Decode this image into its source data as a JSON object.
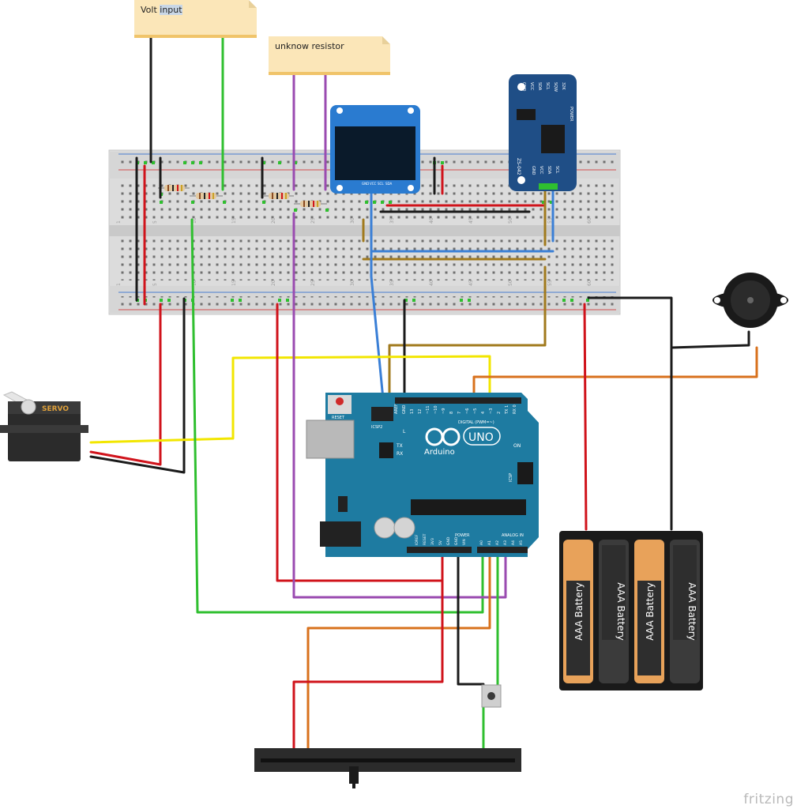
{
  "notes": {
    "volt_input": {
      "prefix": "Volt ",
      "highlight": "input"
    },
    "unknown_resistor": {
      "label": "unknow resistor"
    }
  },
  "servo": {
    "label": "SERVO"
  },
  "arduino": {
    "brand": "Arduino",
    "model": "UNO",
    "reset_label": "RESET",
    "icsp2_label": "ICSP2",
    "icsp_label": "ICSP",
    "digital_label": "DIGITAL (PWM=~)",
    "power_label": "POWER",
    "analog_label": "ANALOG IN",
    "on_label": "ON",
    "l_label": "L",
    "tx_label": "TX",
    "rx_label": "RX",
    "tx_pin_label": "TX",
    "rx_pin_label": "RX",
    "digital_pins": [
      "AREF",
      "GND",
      "13",
      "12",
      "~11",
      "~10",
      "~9",
      "8",
      "7",
      "~6",
      "~5",
      "4",
      "~3",
      "2",
      "TX 1",
      "RX 0"
    ],
    "power_pins": [
      "IOREF",
      "RESET",
      "3V3",
      "5V",
      "GND",
      "GND",
      "VIN"
    ],
    "analog_pins": [
      "A0",
      "A1",
      "A2",
      "A3",
      "A4",
      "A5"
    ]
  },
  "rtc": {
    "top_pins": [
      "32K",
      "SQW",
      "SCL",
      "SDA",
      "VCC",
      "GND"
    ],
    "power_label": "POWER",
    "model": "ZS-042",
    "bottom_pins": [
      "SCL",
      "SDA",
      "VCC",
      "GND"
    ]
  },
  "oled": {
    "pins": [
      "GND",
      "VCC",
      "SCL",
      "SDA"
    ]
  },
  "battery": {
    "cells": [
      "AAA Battery",
      "AAA Battery",
      "AAA Battery",
      "AAA Battery"
    ]
  },
  "breadboard": {
    "column_numbers": [
      "1",
      "5",
      "10",
      "15",
      "20",
      "25",
      "30",
      "35",
      "40",
      "45",
      "50",
      "55",
      "60"
    ]
  },
  "brand": "fritzing",
  "colors": {
    "wire_red": "#d0131b",
    "wire_black": "#1a1a1a",
    "wire_green": "#2fbf2f",
    "wire_yellow": "#f2e600",
    "wire_purple": "#9a4bb0",
    "wire_blue": "#3a7fd6",
    "wire_brown": "#a17a1d",
    "wire_orange": "#d8711c",
    "arduino_teal": "#1e7ba1"
  }
}
